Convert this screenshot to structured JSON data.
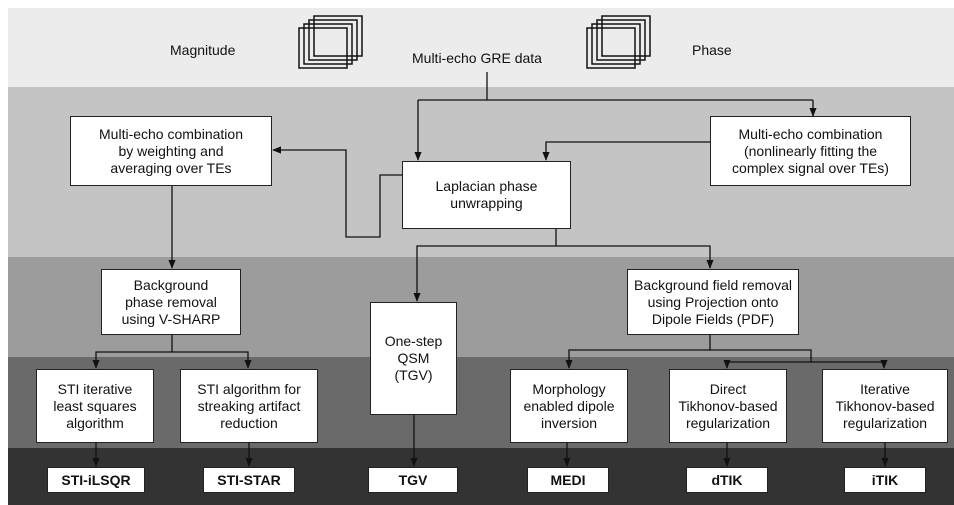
{
  "colors": {
    "band_top": "#ececec",
    "band_2": "#c4c4c4",
    "band_3": "#9c9c9c",
    "band_4": "#6a6a6a",
    "band_bottom": "#333333",
    "line": "#111111"
  },
  "labels": {
    "magnitude": "Magnitude",
    "gre_data": "Multi-echo GRE data",
    "phase": "Phase"
  },
  "icons": {
    "magnitude_stack": "stacked-frames-icon",
    "phase_stack": "stacked-frames-icon"
  },
  "boxes": {
    "combo_weighting": "Multi-echo combination\nby weighting and\naveraging over TEs",
    "combo_nonlinear": "Multi-echo combination\n(nonlinearly fitting the\ncomplex signal over TEs)",
    "laplacian": "Laplacian phase\nunwrapping",
    "vsharp": "Background\nphase removal\nusing V-SHARP",
    "pdf": "Background field removal\nusing Projection onto\nDipole Fields (PDF)",
    "onestep": "One-step\nQSM\n(TGV)",
    "sti_iterative": "STI iterative\nleast squares\nalgorithm",
    "sti_streaking": "STI algorithm for\nstreaking artifact\nreduction",
    "medi": "Morphology\nenabled dipole\ninversion",
    "direct_tik": "Direct\nTikhonov-based\nregularization",
    "iter_tik": "Iterative\nTikhonov-based\nregularization"
  },
  "outputs": {
    "sti_ilsqr": "STI-iLSQR",
    "sti_star": "STI-STAR",
    "tgv": "TGV",
    "medi": "MEDI",
    "dtik": "dTIK",
    "itik": "iTIK"
  }
}
